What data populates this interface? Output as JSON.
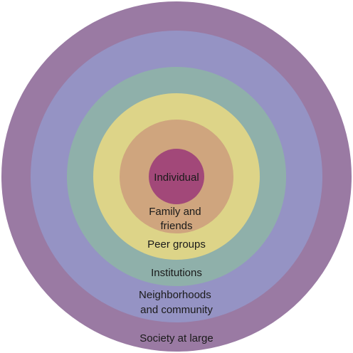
{
  "rings": [
    {
      "id": "society",
      "label_lines": [
        "Society at large"
      ],
      "color": "#9a7aa3"
    },
    {
      "id": "neighborhoods",
      "label_lines": [
        "Neighborhoods",
        "and community"
      ],
      "color": "#9593c4"
    },
    {
      "id": "institutions",
      "label_lines": [
        "Institutions"
      ],
      "color": "#8fb0aa"
    },
    {
      "id": "peer",
      "label_lines": [
        "Peer groups"
      ],
      "color": "#ddd488"
    },
    {
      "id": "family",
      "label_lines": [
        "Family and",
        "friends"
      ],
      "color": "#cfa57e"
    },
    {
      "id": "individual",
      "label_lines": [
        "Individual"
      ],
      "color": "#a24879"
    }
  ]
}
